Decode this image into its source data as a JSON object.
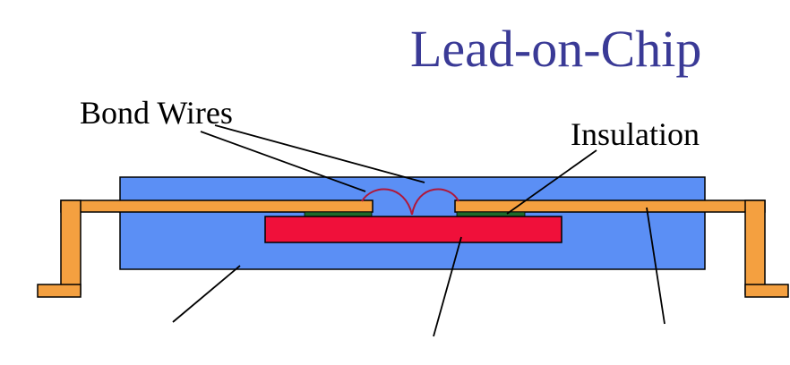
{
  "title": "Lead-on-Chip",
  "labels": {
    "bond_wires": "Bond Wires",
    "insulation": "Insulation"
  },
  "colors": {
    "title": "#3a3a96",
    "package": "#5b8ff5",
    "lead_frame": "#f4a040",
    "die": "#f0103a",
    "insulation": "#1e6a2a",
    "bond_wire": "#b0183a",
    "outline": "#000000",
    "background": "#ffffff"
  }
}
